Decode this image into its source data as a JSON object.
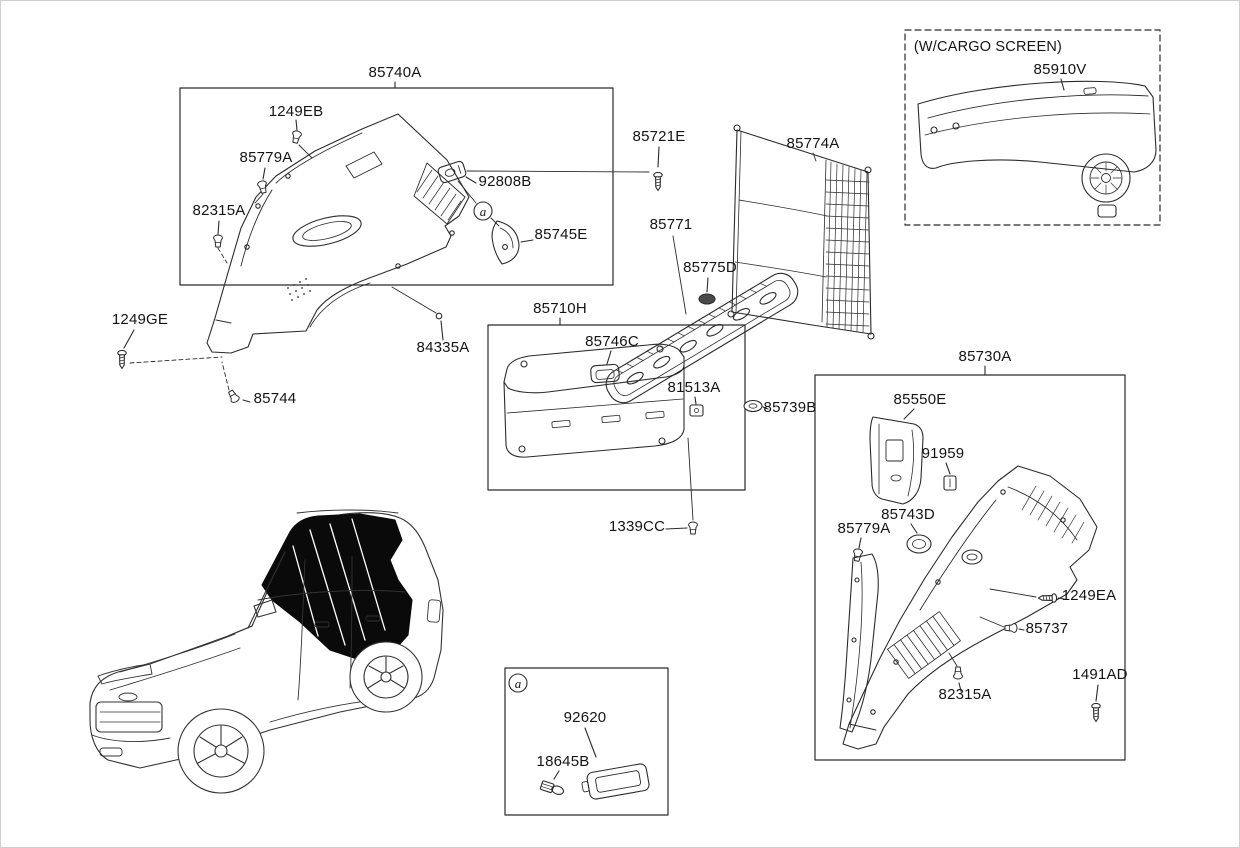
{
  "note_cargo_screen": "(W/CARGO SCREEN)",
  "markers": {
    "detail": "a"
  },
  "parts": {
    "85740A": "85740A",
    "1249EB": "1249EB",
    "85779A": "85779A",
    "82315A": "82315A",
    "92808B": "92808B",
    "85745E": "85745E",
    "1249GE": "1249GE",
    "85744": "85744",
    "84335A": "84335A",
    "85710H": "85710H",
    "85746C": "85746C",
    "85721E": "85721E",
    "85771": "85771",
    "85775D": "85775D",
    "85774A": "85774A",
    "81513A": "81513A",
    "85739B": "85739B",
    "1339CC": "1339CC",
    "85730A": "85730A",
    "85550E": "85550E",
    "91959": "91959",
    "85743D": "85743D",
    "1249EA": "1249EA",
    "85737": "85737",
    "1491AD": "1491AD",
    "85910V": "85910V",
    "92620": "92620",
    "18645B": "18645B"
  },
  "colors": {
    "line": "#2b2b2b",
    "text": "#141414",
    "background": "#ffffff",
    "shade": "#0a0a0a"
  }
}
